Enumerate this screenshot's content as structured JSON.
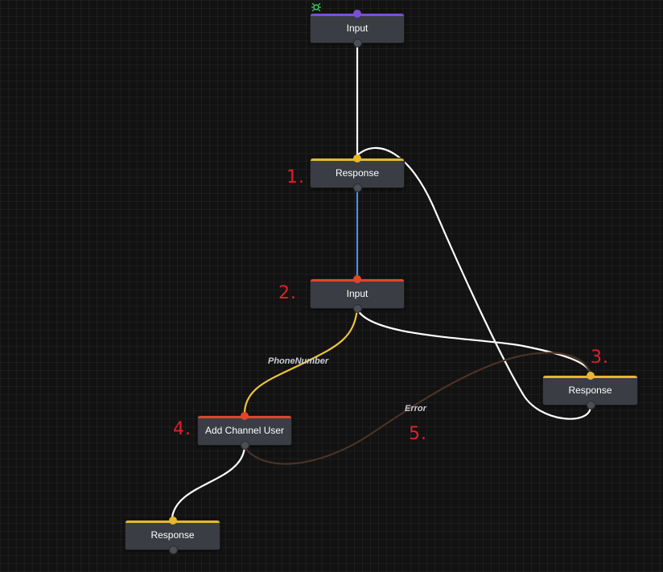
{
  "nodes": {
    "input_start": {
      "label": "Input",
      "accent": "#7b4fd6"
    },
    "response_1": {
      "label": "Response",
      "accent": "#e6b82a"
    },
    "input_2": {
      "label": "Input",
      "accent": "#e0452e"
    },
    "response_3": {
      "label": "Response",
      "accent": "#e6b82a"
    },
    "add_channel_user": {
      "label": "Add Channel User",
      "accent": "#e0452e"
    },
    "response_bottom": {
      "label": "Response",
      "accent": "#e6b82a"
    }
  },
  "edge_labels": {
    "phone_number": "PhoneNumber",
    "error": "Error"
  },
  "step_numbers": {
    "s1": "1.",
    "s2": "2.",
    "s3": "3.",
    "s4": "4.",
    "s5": "5."
  },
  "colors": {
    "edge_default": "#ffffff",
    "edge_active": "#4a8fe0",
    "edge_phone": "#f0c23a",
    "edge_error": "#4a3226",
    "step_number": "#e0202a",
    "start_icon": "#3fd15a"
  },
  "icons": {
    "start": "start-bug-icon"
  }
}
